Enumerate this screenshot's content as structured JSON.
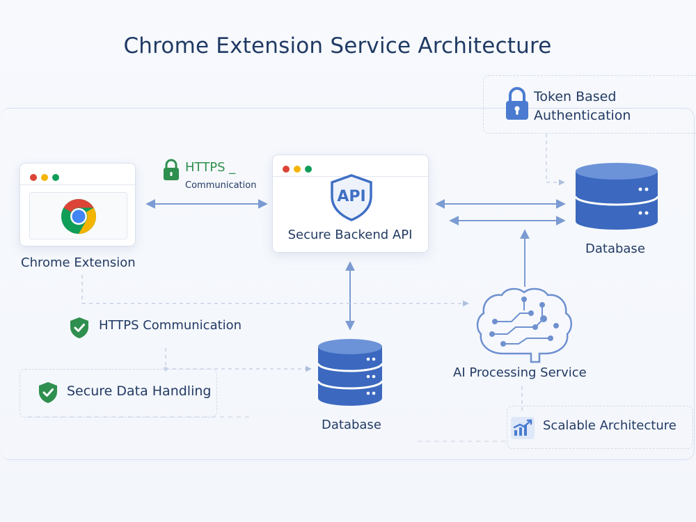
{
  "title": "Chrome Extension Service Architecture",
  "nodes": {
    "chrome_extension": {
      "label": "Chrome Extension"
    },
    "backend_api": {
      "badge": "API",
      "label": "Secure Backend API"
    },
    "database_right": {
      "label": "Database"
    },
    "database_center": {
      "label": "Database"
    },
    "ai_service": {
      "label": "AI Processing Service"
    }
  },
  "badges": {
    "token_auth": {
      "line1": "Token Based",
      "line2": "Authentication"
    },
    "https_top": {
      "line1": "HTTPS _",
      "line2": "Communication"
    },
    "https_comm": {
      "label": "HTTPS Communication"
    },
    "secure_data": {
      "label": "Secure Data Handling"
    },
    "scalable": {
      "label": "Scalable Architecture"
    }
  },
  "colors": {
    "title": "#203a64",
    "accent_blue": "#3f6fc4",
    "arrow": "#7b9bd2",
    "green": "#2f8f4e",
    "dot_red": "#db4437",
    "dot_yellow": "#f4b400",
    "dot_green": "#0f9d58"
  }
}
